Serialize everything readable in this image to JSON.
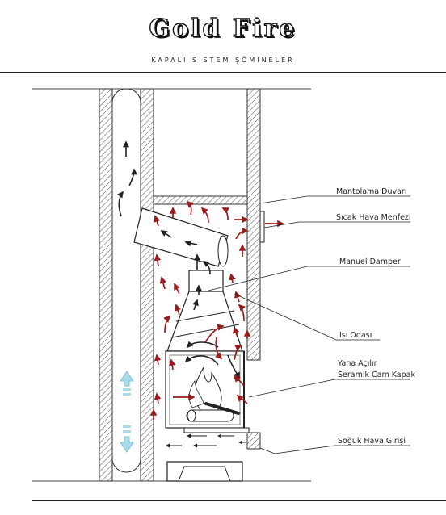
{
  "header": {
    "brand": "Gold Fire",
    "tagline": "KAPALI SİSTEM ŞÖMİNELER"
  },
  "labels": {
    "mantolama": "Mantolama Duvarı",
    "sicak_hava": "Sıcak Hava Menfezi",
    "manuel_damper": "Manuel Damper",
    "isi_odasi": "Isı Odası",
    "yana_acilir": "Yana Açılır",
    "seramik_cam": "Seramik Cam Kapak",
    "soguk_hava": "Soğuk Hava Girişi"
  },
  "colors": {
    "hot_air": "#9b1c1c",
    "smoke": "#222222",
    "cool_air": "#7fc4d8",
    "hatch": "#555555"
  }
}
